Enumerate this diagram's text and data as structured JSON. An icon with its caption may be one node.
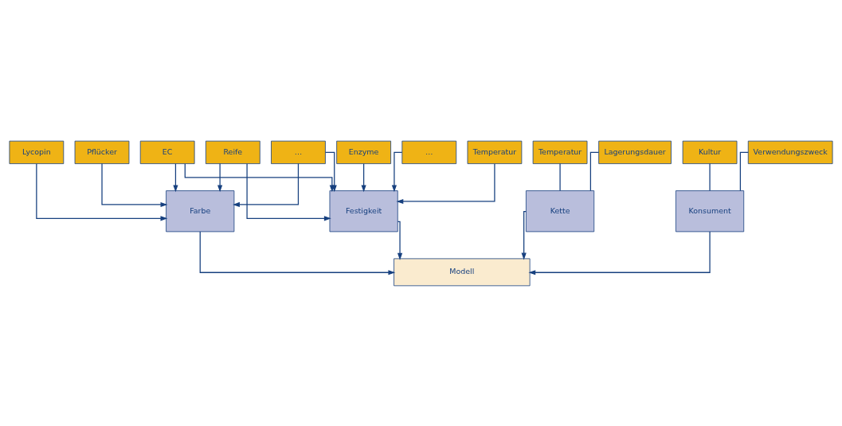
{
  "diagram": {
    "nodes": [
      {
        "text": [
          "Lycopin"
        ]
      },
      {
        "text": [
          "EC"
        ]
      },
      {
        "text": [
          "Pflücker"
        ]
      },
      {
        "text": [
          "Reife"
        ]
      },
      {
        "text": [
          "…"
        ]
      },
      {
        "text": [
          "Enzyme"
        ]
      },
      {
        "text": [
          "…"
        ]
      },
      {
        "text": [
          "Temperatur"
        ]
      },
      {
        "text": [
          "Farbe"
        ]
      },
      {
        "text": [
          "Festigkeit"
        ]
      },
      {
        "text": [
          "Temperatur"
        ]
      },
      {
        "text": [
          "Lagerungsdauer"
        ]
      },
      {
        "text": [
          "Kette"
        ]
      },
      {
        "text": [
          "Kultur"
        ]
      },
      {
        "text": [
          "Verwendungszweck"
        ]
      },
      {
        "text": [
          "Konsument"
        ]
      },
      {
        "text": [
          "Modell"
        ]
      }
    ],
    "edges": [
      {
        "from": 0,
        "to": 8,
        "arrow": "to"
      },
      {
        "from": 1,
        "to": 8,
        "arrow": "to"
      },
      {
        "from": 1,
        "to": 9,
        "arrow": "to"
      },
      {
        "from": 2,
        "to": 8,
        "arrow": "to"
      },
      {
        "from": 3,
        "to": 8,
        "arrow": "to"
      },
      {
        "from": 3,
        "to": 9,
        "arrow": "to"
      },
      {
        "from": 4,
        "to": 8,
        "arrow": "to"
      },
      {
        "from": 4,
        "to": 9,
        "arrow": "to"
      },
      {
        "from": 5,
        "to": 9,
        "arrow": "to"
      },
      {
        "from": 6,
        "to": 9,
        "arrow": "to"
      },
      {
        "from": 7,
        "to": 9,
        "arrow": "to"
      },
      {
        "from": 10,
        "to": 12,
        "arrow": "none"
      },
      {
        "from": 11,
        "to": 12,
        "arrow": "none"
      },
      {
        "from": 13,
        "to": 15,
        "arrow": "none"
      },
      {
        "from": 14,
        "to": 15,
        "arrow": "none"
      },
      {
        "from": 8,
        "to": 16,
        "arrow": "to"
      },
      {
        "from": 9,
        "to": 16,
        "arrow": "to"
      },
      {
        "from": 12,
        "to": 16,
        "arrow": "to"
      },
      {
        "from": 15,
        "to": 16,
        "arrow": "to"
      }
    ]
  }
}
